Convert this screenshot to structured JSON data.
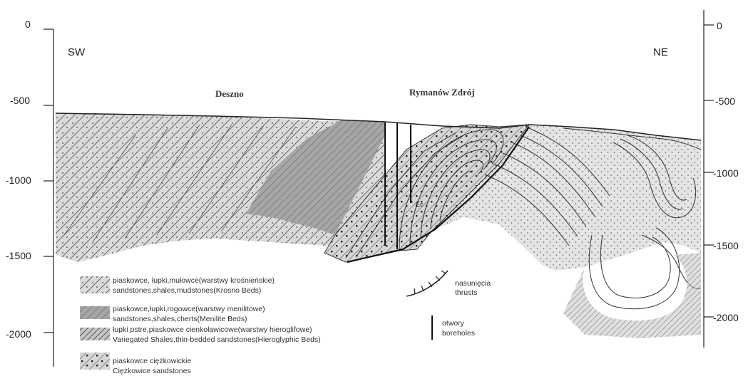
{
  "section": {
    "direction_left": "SW",
    "direction_right": "NE",
    "places": [
      {
        "name": "Deszno"
      },
      {
        "name": "Rymanów Zdrój"
      }
    ],
    "unit_label": "Ec",
    "left_axis_ticks": [
      "0",
      "-500",
      "-1000",
      "-1500",
      "-2000"
    ],
    "right_axis_ticks": [
      "0",
      "-500",
      "-1000",
      "-1500",
      "-2000"
    ]
  },
  "legend": {
    "units": [
      {
        "line1": "piaskowce, łupki,mułowce(warstwy krośnieńskie)",
        "line2": "sandstones,shales,mudstones(Krosno Beds)"
      },
      {
        "line1": "piaskowce,łupki,rogowce(warstwy menilitowe)",
        "line2": "sandstones,shales,cherts(Menilite Beds)"
      },
      {
        "line1": "łupki pstre,piaskowce cienkoławicowe(warstwy hieroglifowe)",
        "line2": "Variegated Shales,thin-bedded sandstones(Hieroglyphic Beds)"
      },
      {
        "line1": "piaskowce ciężkowickie",
        "line2": "Ciężkowice sandstones"
      }
    ],
    "symbols": [
      {
        "line1": "nasunięcia",
        "line2": "thrusts"
      },
      {
        "line1": "otwory",
        "line2": "boreholes"
      }
    ]
  },
  "colors": {
    "krosno": "#d6d6d6",
    "menilite": "#a8a8a8",
    "hieroglyphic": "#bdbdbd",
    "ciezkowice": "#cfcfcf",
    "line": "#333333"
  }
}
